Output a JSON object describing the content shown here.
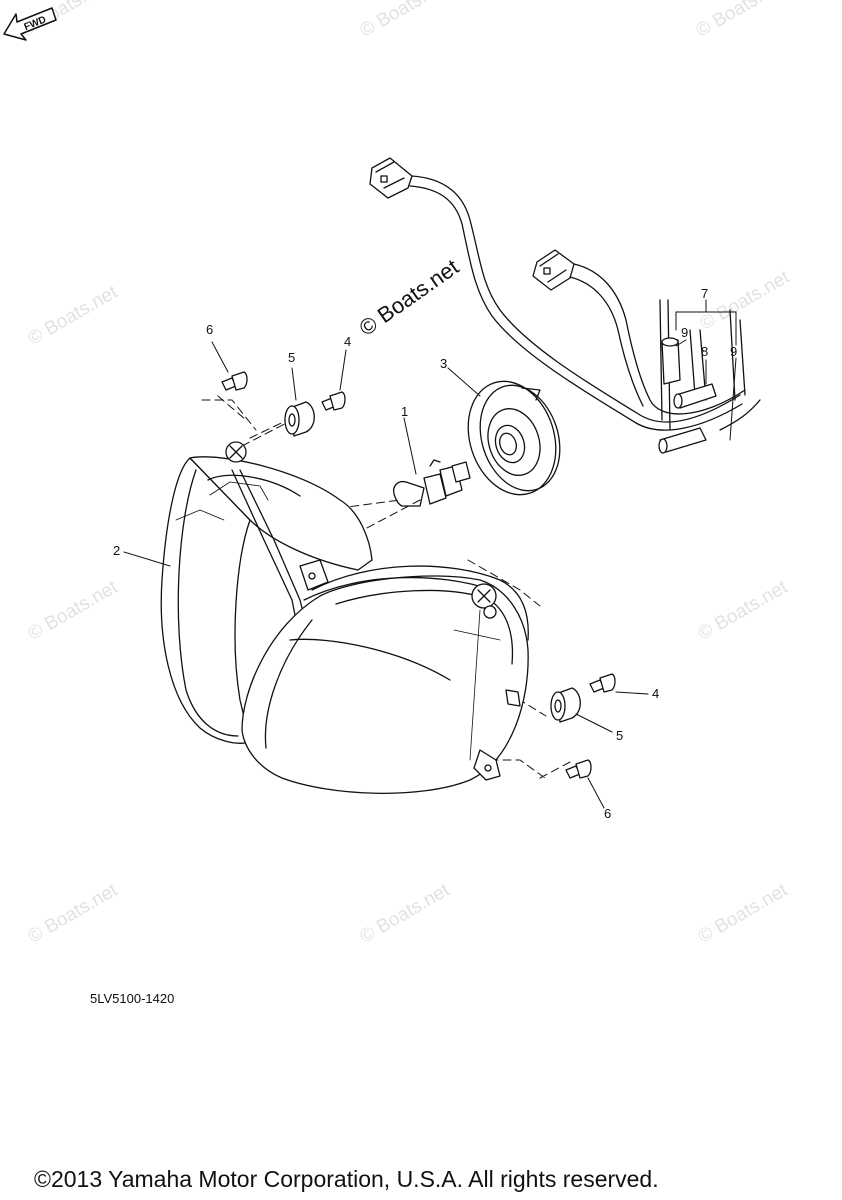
{
  "diagram": {
    "watermark": "© Boats.net",
    "part_code": "5LV5100-1420",
    "forward_label": "FWD",
    "copyright": "©2013 Yamaha Motor Corporation, U.S.A. All rights reserved.",
    "callouts": {
      "c1": "1",
      "c2": "2",
      "c3": "3",
      "c4a": "4",
      "c4b": "4",
      "c5a": "5",
      "c5b": "5",
      "c6a": "6",
      "c6b": "6",
      "c7": "7",
      "c8": "8",
      "c9a": "9",
      "c9b": "9"
    }
  }
}
